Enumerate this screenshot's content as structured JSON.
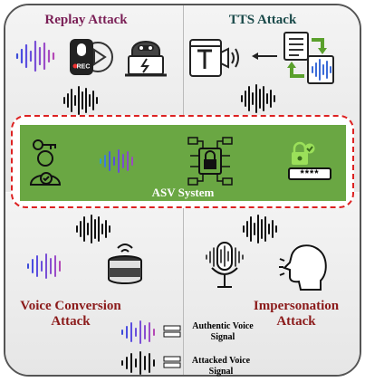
{
  "quadrants": {
    "replay": {
      "title": "Replay Attack",
      "color": "#7a1f56"
    },
    "tts": {
      "title": "TTS Attack",
      "color": "#1a4a4a"
    },
    "voice_conversion": {
      "title_line1": "Voice Conversion",
      "title_line2": "Attack",
      "color": "#8b1a1a"
    },
    "impersonation": {
      "title_line1": "Impersonation",
      "title_line2": "Attack",
      "color": "#8b1a1a"
    }
  },
  "asv": {
    "label": "ASV System",
    "password": "****"
  },
  "recorder_label": "REC",
  "legend": [
    {
      "line1": "Authentic Voice",
      "line2": "Signal"
    },
    {
      "line1": "Attacked Voice",
      "line2": "Signal"
    }
  ]
}
